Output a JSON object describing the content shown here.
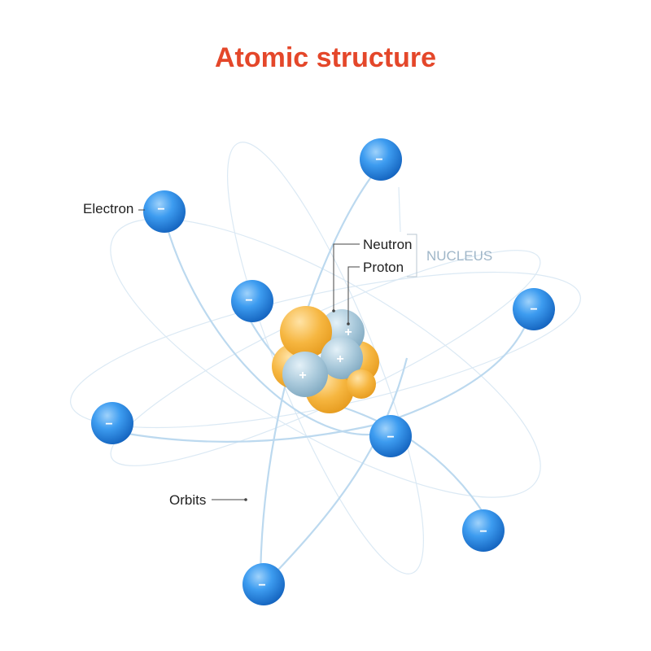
{
  "title": "Atomic structure",
  "labels": {
    "electron": "Electron",
    "neutron": "Neutron",
    "proton": "Proton",
    "nucleus": "NUCLEUS",
    "orbits": "Orbits"
  },
  "signs": {
    "electron": "−",
    "proton": "+"
  },
  "colors": {
    "title": "#e4472a",
    "electron": "#1e88e5",
    "electron_light": "#7fc0f5",
    "proton": "#9ec3d6",
    "neutron": "#f4b43d",
    "orbit": "#bcd9ef",
    "nucleus_label": "#9fb6c8"
  },
  "counts": {
    "electrons": 8,
    "protons": 3
  }
}
